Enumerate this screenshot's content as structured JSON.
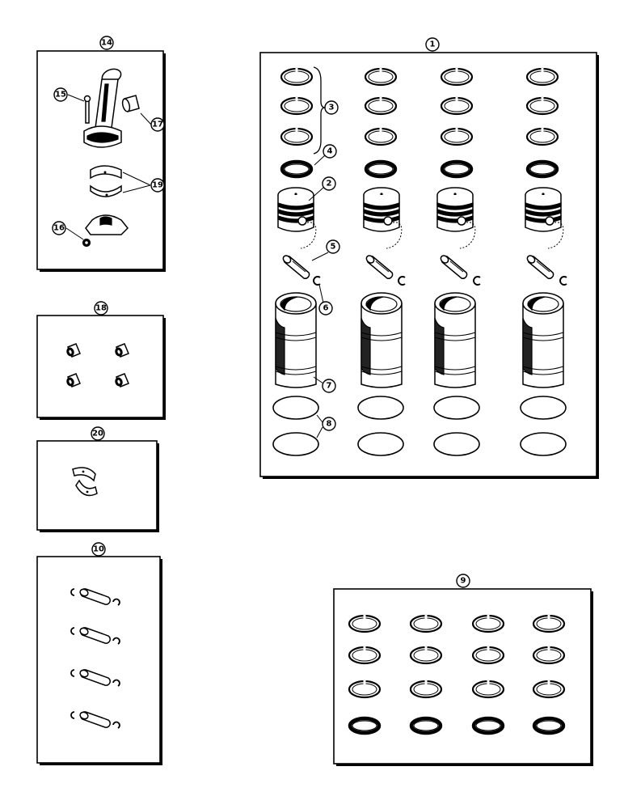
{
  "diagram": {
    "callouts": {
      "c1": "1",
      "c2": "2",
      "c3": "3",
      "c4": "4",
      "c5": "5",
      "c6": "6",
      "c7": "7",
      "c8": "8",
      "c9": "9",
      "c10": "10",
      "c14": "14",
      "c15": "15",
      "c16": "16",
      "c17": "17",
      "c18": "18",
      "c19": "19",
      "c20": "20"
    }
  }
}
